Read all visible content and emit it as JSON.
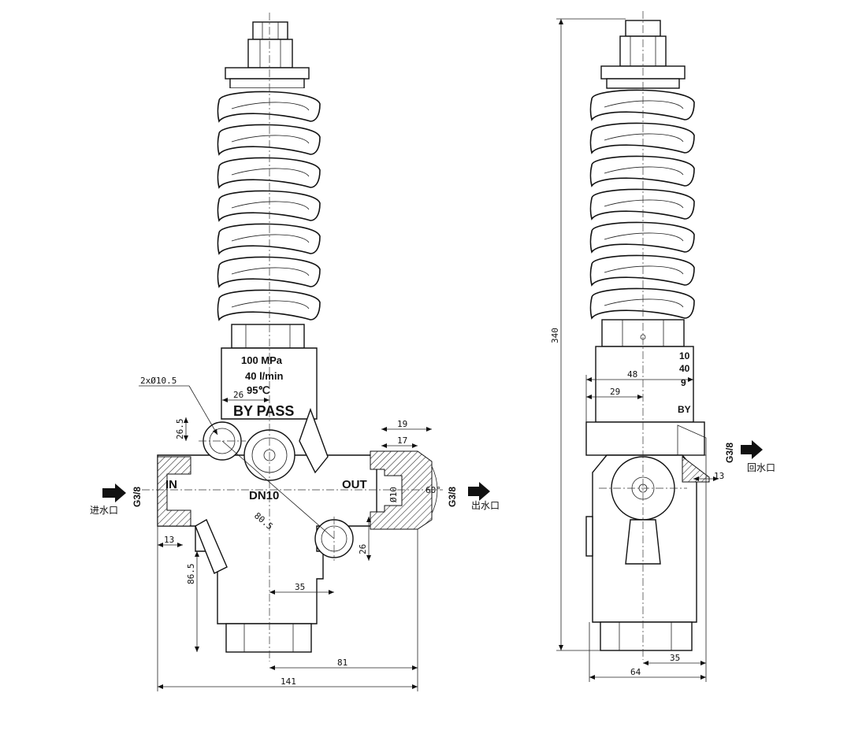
{
  "front_view": {
    "spec_pressure": "100 MPa",
    "spec_flow": "40 l/min",
    "spec_temp": "95℃",
    "title": "BY PASS",
    "port_in": "IN",
    "port_out": "OUT",
    "bore": "DN10",
    "thread_in": "G3/8",
    "thread_out": "G3/8",
    "inlet_label": "进水口",
    "outlet_label": "出水口",
    "hole_callout": "2xØ10.5",
    "dims": {
      "d26_top": "26",
      "d26_5": "26.5",
      "d19": "19",
      "d17": "17",
      "d10": "Ø10",
      "d60": "60°",
      "d80_5": "80.5",
      "d13": "13",
      "d26_right": "26",
      "d86_5": "86.5",
      "d35": "35",
      "d81": "81",
      "d141": "141"
    }
  },
  "side_view": {
    "thread": "G3/8",
    "return_label": "回水口",
    "cut_text_1": "10",
    "cut_text_2": "40",
    "cut_text_3": "9",
    "cut_text_4": "BY",
    "dims": {
      "d340": "340",
      "d48": "48",
      "d29": "29",
      "d13": "13",
      "d35": "35",
      "d64": "64"
    }
  },
  "icons": {
    "arrow": "arrow-right-icon"
  }
}
